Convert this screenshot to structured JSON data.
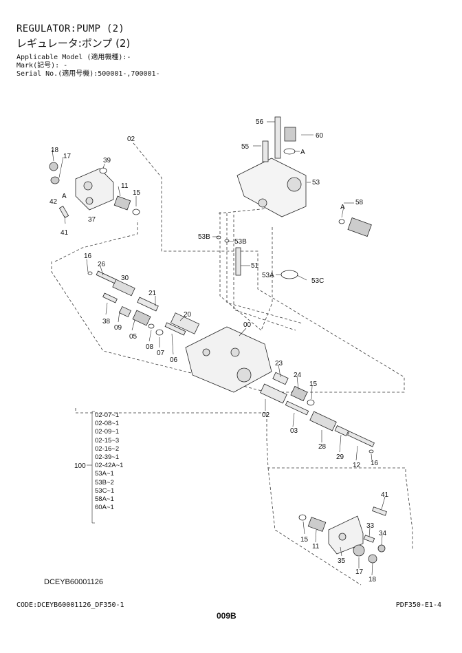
{
  "header": {
    "title_en": "REGULATOR:PUMP (2)",
    "title_jp": "レギュレータ:ポンプ (2)",
    "applicable_model": "Applicable Model (適用機種):-",
    "mark": "Mark(記号): -",
    "serial": "Serial No.(適用号機):500001-,700001-"
  },
  "callouts": [
    "56",
    "60",
    "55",
    "A",
    "53",
    "58",
    "A",
    "02",
    "18",
    "17",
    "39",
    "11",
    "15",
    "42",
    "A",
    "37",
    "41",
    "53B",
    "53B",
    "51",
    "53A",
    "53C",
    "16",
    "26",
    "30",
    "21",
    "38",
    "09",
    "05",
    "20",
    "08",
    "07",
    "06",
    "00",
    "23",
    "24",
    "15",
    "02",
    "03",
    "28",
    "29",
    "12",
    "16",
    "41",
    "15",
    "11",
    "33",
    "34",
    "35",
    "17",
    "18"
  ],
  "kit": {
    "label": "100",
    "items": [
      "02-07~1",
      "02-08~1",
      "02-09~1",
      "02-15~3",
      "02-16~2",
      "02-39~1",
      "02-42A~1",
      "53A~1",
      "53B~2",
      "53C~1",
      "58A~1",
      "60A~1"
    ]
  },
  "drawing_code": "DCEYB60001126",
  "footer": {
    "code": "CODE:DCEYB60001126_DF350-1",
    "ref": "PDF350-E1-4",
    "page": "009B"
  }
}
